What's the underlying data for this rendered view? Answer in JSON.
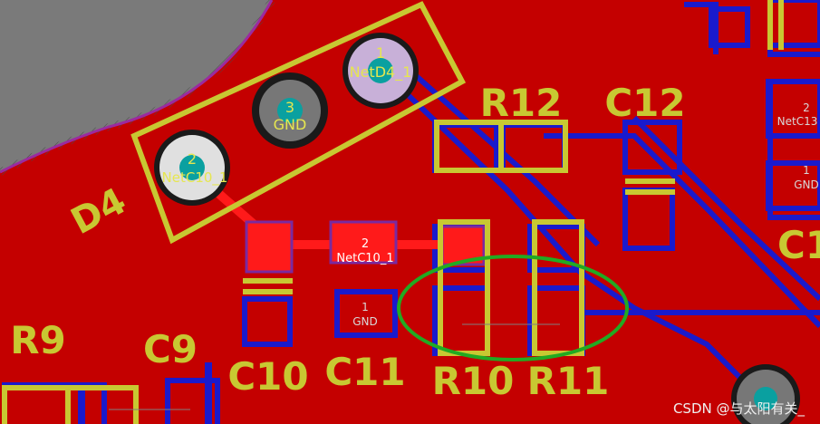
{
  "viewport": {
    "title": "PCB layout view"
  },
  "colors": {
    "board": "#c40000",
    "trace_blue": "#1a1acc",
    "silkscreen": "#c8c832",
    "pad_red": "#ff1a1a",
    "annotation_circle": "#22aa22",
    "outline_purple": "#9b2aa0",
    "offboard_grey": "#7a7a7a"
  },
  "components": {
    "d4": {
      "designator": "D4"
    },
    "r12": {
      "designator": "R12"
    },
    "c12": {
      "designator": "C12"
    },
    "r9": {
      "designator": "R9"
    },
    "c9": {
      "designator": "C9"
    },
    "c10": {
      "designator": "C10"
    },
    "c11": {
      "designator": "C11"
    },
    "r10": {
      "designator": "R10"
    },
    "r11": {
      "designator": "R11"
    },
    "c1_partial": {
      "designator": "C1"
    }
  },
  "pads": {
    "d4_pin1": {
      "number": "1",
      "net": "NetD4_1"
    },
    "d4_pin3": {
      "number": "3",
      "net": "GND"
    },
    "d4_pin2": {
      "number": "2",
      "net": "NetC10_1"
    },
    "c10_pin2": {
      "number": "2",
      "net": "NetC10_1"
    },
    "c11_pin1": {
      "number": "1",
      "net": "GND"
    },
    "c13_pin2": {
      "number": "2",
      "net": "NetC13"
    },
    "c13_pin1": {
      "number": "1",
      "net": "GND"
    }
  },
  "watermark": "CSDN @与太阳有关_"
}
